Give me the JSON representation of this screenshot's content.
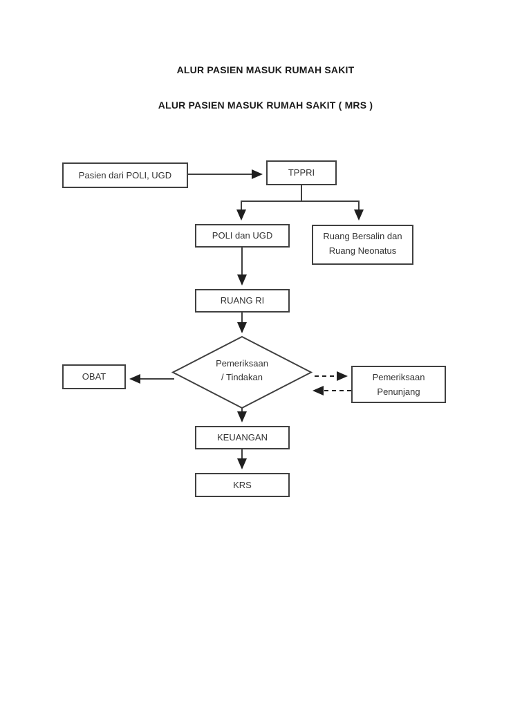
{
  "page": {
    "title": "ALUR PASIEN MASUK RUMAH SAKIT",
    "subtitle": "ALUR PASIEN MASUK RUMAH SAKIT ( MRS )"
  },
  "flowchart": {
    "nodes": {
      "pasien": {
        "label": "Pasien dari POLI, UGD"
      },
      "tppri": {
        "label": "TPPRI"
      },
      "poli_ugd": {
        "label": "POLI dan UGD"
      },
      "bersalin": {
        "line1": "Ruang Bersalin dan",
        "line2": "Ruang Neonatus"
      },
      "ruang_ri": {
        "label": "RUANG RI"
      },
      "tindakan": {
        "line1": "Pemeriksaan",
        "line2": "/ Tindakan"
      },
      "obat": {
        "label": "OBAT"
      },
      "penunjang": {
        "line1": "Pemeriksaan",
        "line2": "Penunjang"
      },
      "keuangan": {
        "label": "KEUANGAN"
      },
      "krs": {
        "label": "KRS"
      }
    },
    "colors": {
      "background": "#ffffff",
      "border": "#404040",
      "line": "#3f3f3f",
      "arrowhead": "#1f1f1f",
      "text": "#333333",
      "title_text": "#1a1a1a"
    }
  }
}
